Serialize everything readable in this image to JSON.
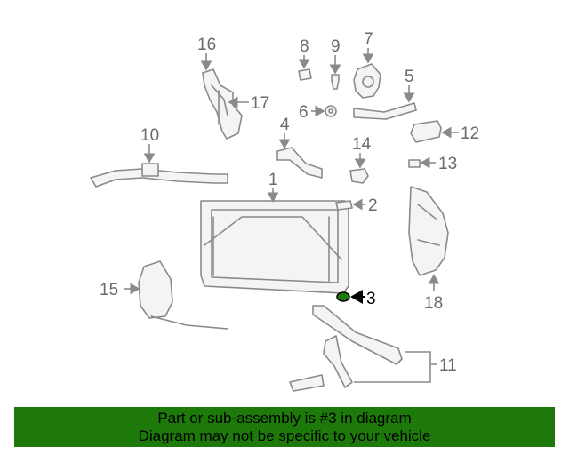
{
  "callouts": {
    "c1": "1",
    "c2": "2",
    "c3": "3",
    "c4": "4",
    "c5": "5",
    "c6": "6",
    "c7": "7",
    "c8": "8",
    "c9": "9",
    "c10": "10",
    "c11": "11",
    "c12": "12",
    "c13": "13",
    "c14": "14",
    "c15": "15",
    "c16": "16",
    "c17": "17",
    "c18": "18"
  },
  "highlighted_part": "3",
  "colors": {
    "banner_bg": "#1d7a0a",
    "highlight": "#1d7a0a",
    "line": "#8a8a8a"
  },
  "banner": {
    "line1": "Part or sub-assembly is #3 in diagram",
    "line2": "Diagram may not be specific to your vehicle"
  }
}
